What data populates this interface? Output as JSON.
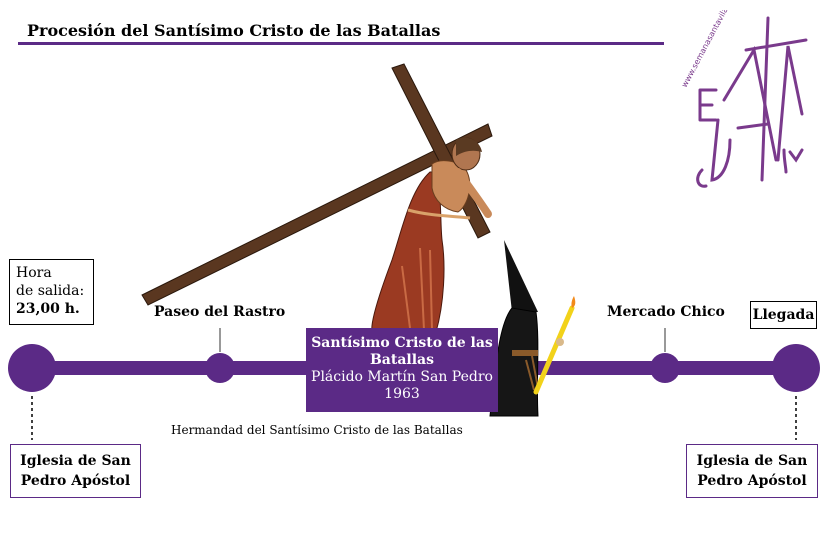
{
  "title": "Procesión del Santísimo Cristo de las Batallas",
  "start": {
    "label_line1": "Hora",
    "label_line2": "de salida:",
    "time": "23,00 h."
  },
  "end": {
    "label": "Llegada"
  },
  "stops": [
    {
      "label": "Paseo del Rastro"
    },
    {
      "label": "Mercado Chico"
    }
  ],
  "origin_church": {
    "line1": "Iglesia de San",
    "line2": "Pedro Apóstol"
  },
  "destination_church": {
    "line1": "Iglesia de San",
    "line2": "Pedro Apóstol"
  },
  "float": {
    "name_line1": "Santísimo Cristo de las",
    "name_line2": "Batallas",
    "sculptor": "Plácido Martín San Pedro",
    "year": "1963"
  },
  "brotherhood": "Hermandad del Santísimo Cristo de las Batallas",
  "logo_text": "www.semanasantavila.com",
  "colors": {
    "accent": "#5b2a86",
    "cross": "#5a3720",
    "robe": "#9b3a22",
    "candle": "#f2d21a"
  },
  "icons": [
    "cross-bearing-christ-illustration",
    "penitent-nazareno-illustration",
    "semana-santa-logo"
  ]
}
